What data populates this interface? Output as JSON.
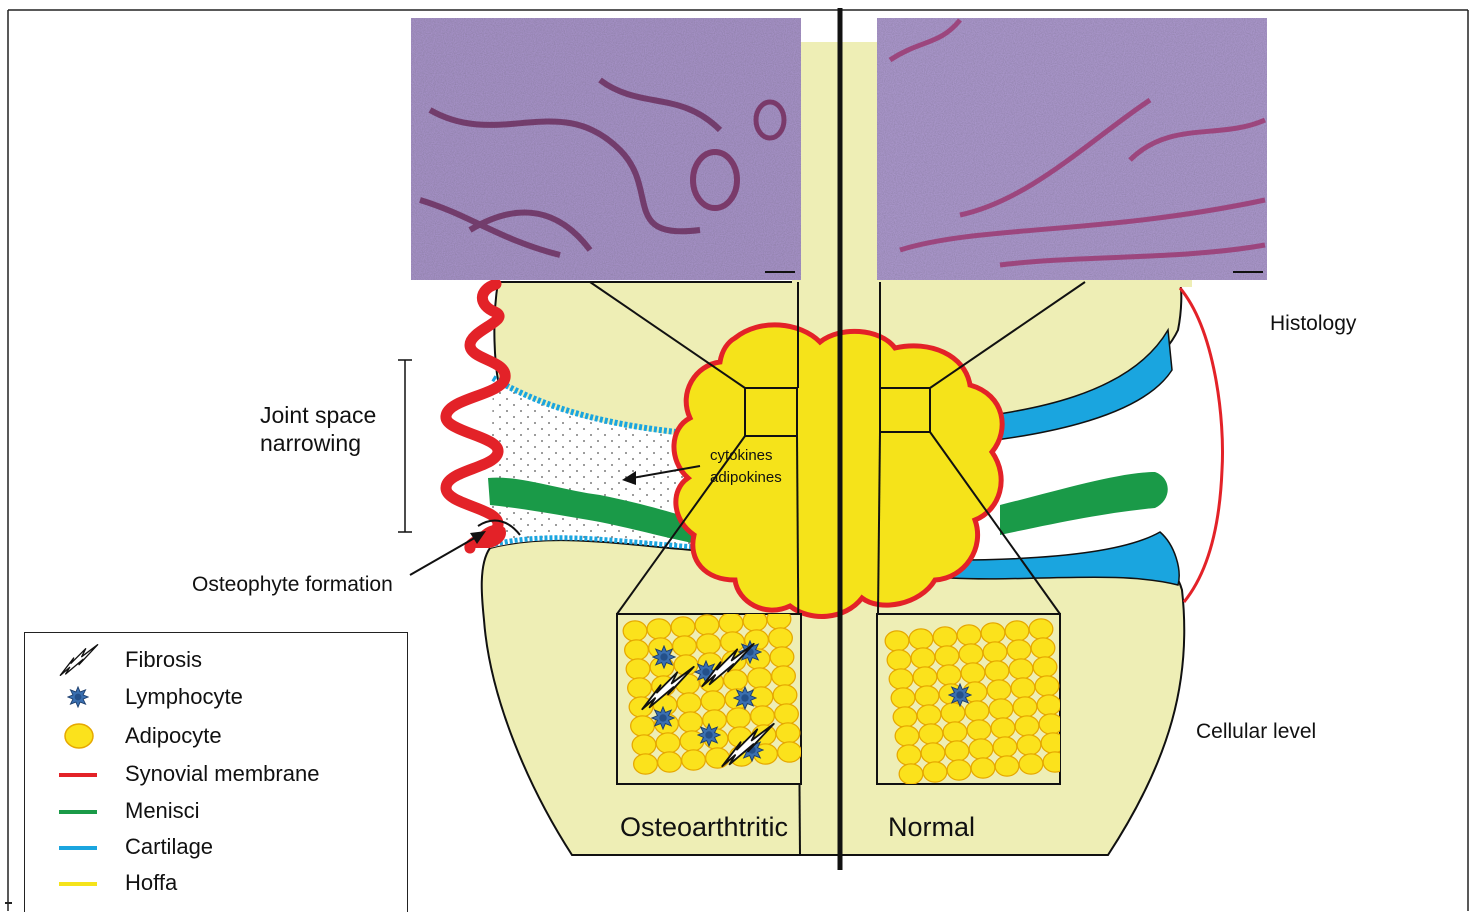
{
  "labels": {
    "histology": "Histology",
    "cellular_level": "Cellular level",
    "joint_space_narrowing_line1": "Joint space",
    "joint_space_narrowing_line2": "narrowing",
    "osteophyte_formation": "Osteophyte formation",
    "cytokines": "cytokines",
    "adipokines": "adipokines",
    "osteoarthritic": "Osteoarthtritic",
    "normal": "Normal"
  },
  "legend": {
    "items": [
      {
        "label": "Fibrosis",
        "key": "fibrosis-icon"
      },
      {
        "label": "Lymphocyte",
        "key": "lymphocyte-icon"
      },
      {
        "label": "Adipocyte",
        "key": "adipocyte-icon"
      },
      {
        "label": "Synovial membrane",
        "key": "line",
        "color": "#e32228"
      },
      {
        "label": "Menisci",
        "key": "line",
        "color": "#1a9a48"
      },
      {
        "label": "Cartilage",
        "key": "line",
        "color": "#1aa5df"
      },
      {
        "label": "Hoffa",
        "key": "line",
        "color": "#f5e31a"
      }
    ]
  },
  "colors": {
    "bone": "#eeeeb5",
    "synovium": "#e32228",
    "menisci": "#1a9a48",
    "cartilage": "#1aa5df",
    "hoffa": "#f5e31a",
    "adipocyte": "#fbe21c",
    "lymphocyte": "#3a6fb0",
    "histology_stain": "#a38fc4"
  }
}
